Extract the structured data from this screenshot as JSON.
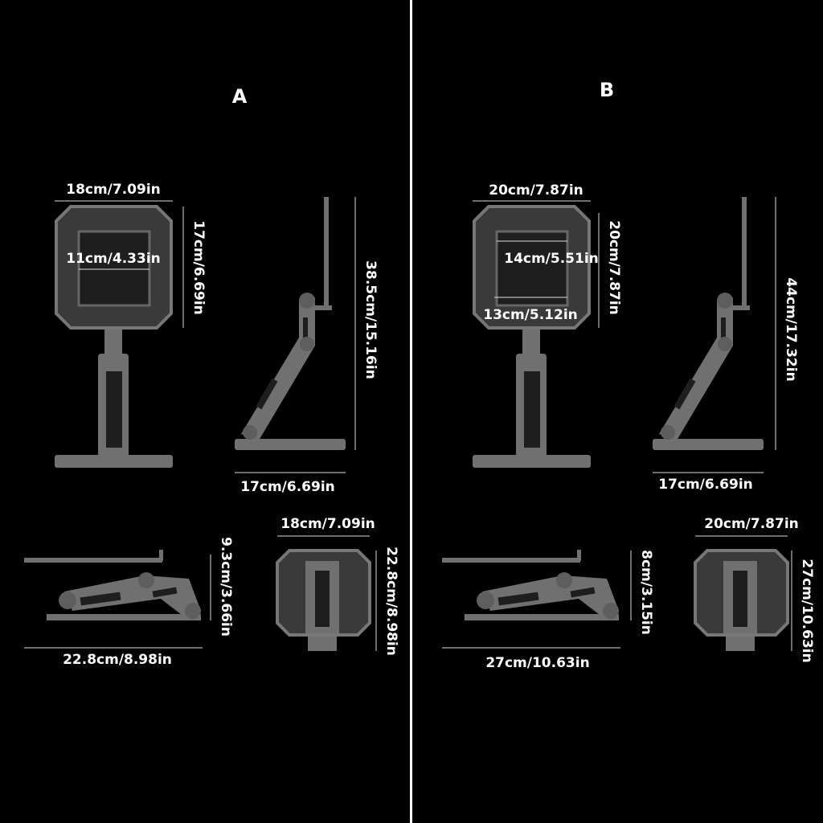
{
  "panels": {
    "a": {
      "label": "A",
      "front_width": "18cm/7.09in",
      "front_height": "17cm/6.69in",
      "inner_width": "11cm/4.33in",
      "side_height": "38.5cm/15.16in",
      "side_depth": "17cm/6.69in",
      "folded_height": "9.3cm/3.66in",
      "folded_length": "22.8cm/8.98in",
      "top_width": "18cm/7.09in",
      "top_length": "22.8cm/8.98in"
    },
    "b": {
      "label": "B",
      "front_width": "20cm/7.87in",
      "front_height": "20cm/7.87in",
      "inner_width": "14cm/5.51in",
      "inner_bottom_width": "13cm/5.12in",
      "side_height": "44cm/17.32in",
      "side_depth": "17cm/6.69in",
      "folded_height": "8cm/3.15in",
      "folded_length": "27cm/10.63in",
      "top_width": "20cm/7.87in",
      "top_length": "27cm/10.63in"
    }
  },
  "colors": {
    "background": "#000000",
    "metal": "#707070",
    "divider": "#ffffff"
  }
}
